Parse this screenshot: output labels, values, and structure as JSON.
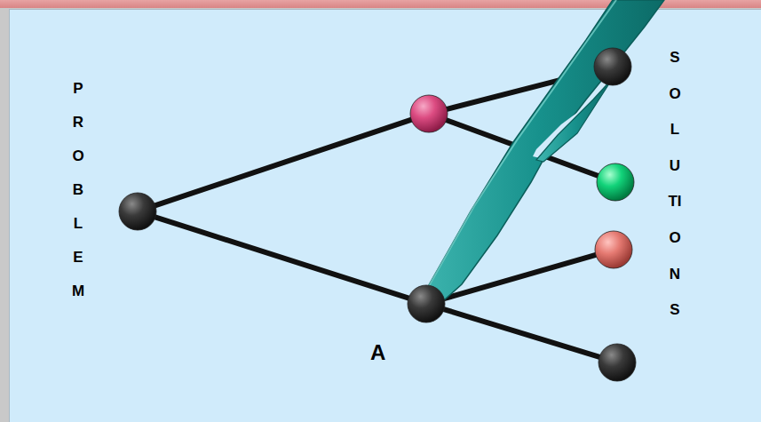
{
  "diagram": {
    "nodes": [
      {
        "text": []
      },
      {
        "text": []
      },
      {
        "text": [
          "A"
        ]
      },
      {
        "text": []
      },
      {
        "text": []
      },
      {
        "text": []
      },
      {
        "text": []
      }
    ],
    "edges": [
      {
        "from": 0,
        "to": 1,
        "arrow": "none"
      },
      {
        "from": 0,
        "to": 2,
        "arrow": "none"
      },
      {
        "from": 1,
        "to": 3,
        "arrow": "none"
      },
      {
        "from": 1,
        "to": 4,
        "arrow": "none"
      },
      {
        "from": 2,
        "to": 5,
        "arrow": "none"
      },
      {
        "from": 2,
        "to": 6,
        "arrow": "none"
      }
    ],
    "labels": [
      "PROBLEM",
      "SOLUTIONS"
    ]
  }
}
